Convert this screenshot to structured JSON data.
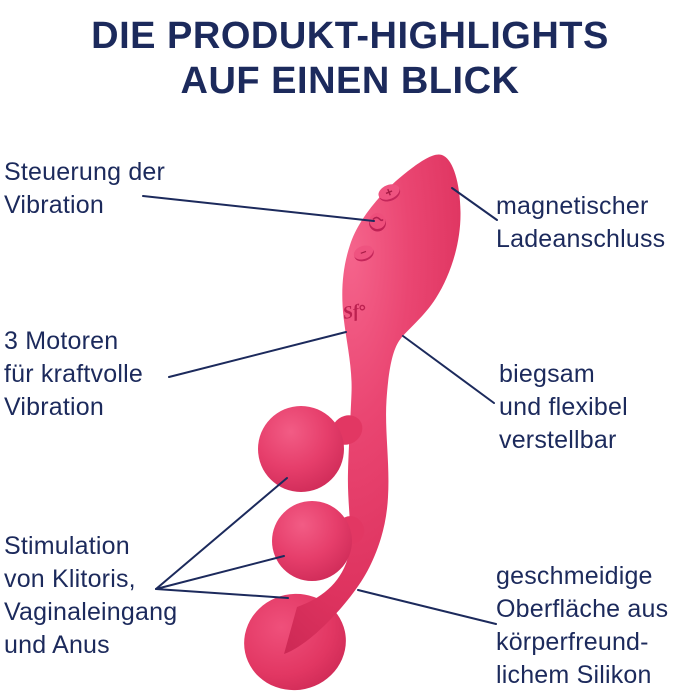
{
  "title": {
    "line1": "DIE PRODUKT-HIGHLIGHTS",
    "line2": "AUF EINEN BLICK"
  },
  "labels": {
    "control": {
      "lines": [
        "Steuerung der",
        "Vibration"
      ]
    },
    "charge": {
      "lines": [
        "magnetischer",
        "Ladeanschluss"
      ]
    },
    "motors": {
      "lines": [
        "3 Motoren",
        "für kraftvolle",
        "Vibration"
      ]
    },
    "flexible": {
      "lines": [
        "biegsam",
        "und flexibel",
        "verstellbar"
      ]
    },
    "stimulation": {
      "lines": [
        "Stimulation",
        "von Klitoris,",
        "Vaginaleingang",
        "und Anus"
      ]
    },
    "surface": {
      "lines": [
        "geschmeidige",
        "Oberfläche aus",
        "körperfreund-",
        "lichem Silikon"
      ]
    }
  },
  "product": {
    "plus_button_glyph": "+",
    "minus_button_glyph": "−",
    "logo_text": "Sf"
  },
  "colors": {
    "navy": "#1c2a5c",
    "pink_base": "#e63e6b",
    "pink_light": "#f5648c",
    "pink_dark": "#c72355",
    "pink_deep": "#a81c46",
    "background": "#ffffff"
  }
}
